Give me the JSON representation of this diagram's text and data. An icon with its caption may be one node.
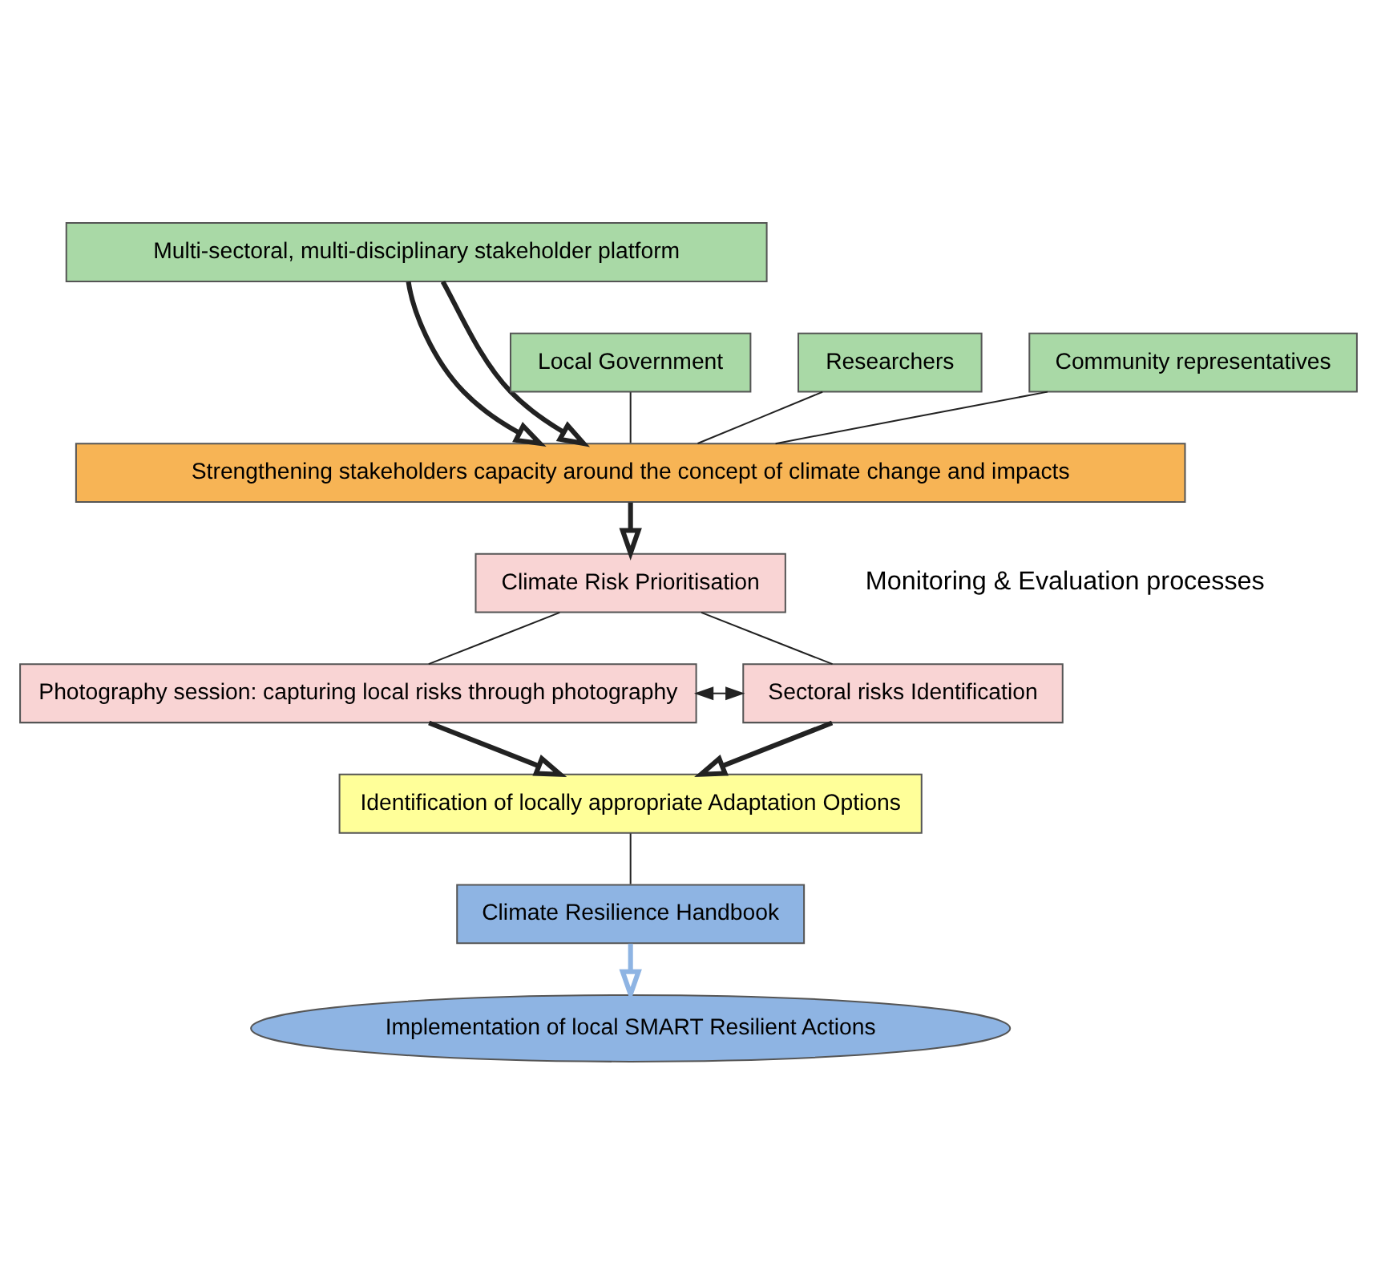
{
  "diagram": {
    "nodes": [
      {
        "text": [
          "Multi-sectoral, multi-disciplinary stakeholder platform"
        ]
      },
      {
        "text": [
          "Local Government"
        ]
      },
      {
        "text": [
          "Researchers"
        ]
      },
      {
        "text": [
          "Community representatives"
        ]
      },
      {
        "text": [
          "Strengthening stakeholders capacity around the concept of climate change and impacts"
        ]
      },
      {
        "text": [
          "Climate Risk Prioritisation"
        ]
      },
      {
        "text": [
          "Photography session: capturing local risks through photography"
        ]
      },
      {
        "text": [
          "Sectoral risks Identification"
        ]
      },
      {
        "text": [
          "Identification of locally appropriate Adaptation Options"
        ]
      },
      {
        "text": [
          "Climate Resilience Handbook"
        ]
      },
      {
        "text": [
          "Implementation of local SMART Resilient Actions"
        ]
      }
    ],
    "edges": [
      {
        "from": 0,
        "to": 4,
        "arrow": "to",
        "style": "thick"
      },
      {
        "from": 0,
        "to": 4,
        "arrow": "to",
        "style": "thick"
      },
      {
        "from": 1,
        "to": 4,
        "arrow": "none"
      },
      {
        "from": 2,
        "to": 4,
        "arrow": "none"
      },
      {
        "from": 3,
        "to": 4,
        "arrow": "none"
      },
      {
        "from": 4,
        "to": 5,
        "arrow": "to",
        "style": "thick"
      },
      {
        "from": 5,
        "to": 6,
        "arrow": "none"
      },
      {
        "from": 5,
        "to": 7,
        "arrow": "none"
      },
      {
        "from": 6,
        "to": 7,
        "arrow": "both"
      },
      {
        "from": 6,
        "to": 8,
        "arrow": "to",
        "style": "thick"
      },
      {
        "from": 7,
        "to": 8,
        "arrow": "to",
        "style": "thick"
      },
      {
        "from": 8,
        "to": 9,
        "arrow": "none"
      },
      {
        "from": 9,
        "to": 10,
        "arrow": "to",
        "style": "thick",
        "color": "#8eb4e3"
      }
    ],
    "labels": [
      "Monitoring & Evaluation processes"
    ]
  }
}
